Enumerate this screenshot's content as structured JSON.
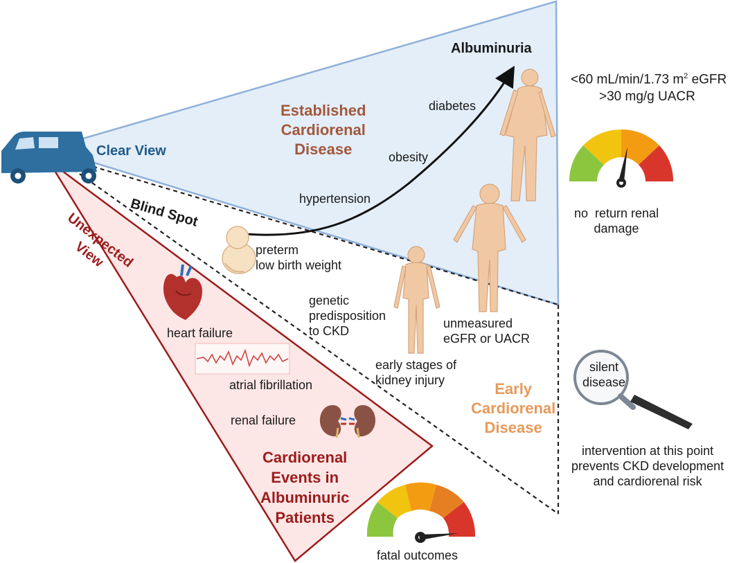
{
  "labels": {
    "albuminuria": "Albuminuria",
    "egfr_text": "<60 mL/min/1.73 m",
    "egfr_sup": "2",
    "egfr_suffix": " eGFR",
    "uacr_threshold": ">30 mg/g UACR",
    "established": "Established\nCardiorenal\nDisease",
    "diabetes": "diabetes",
    "obesity": "obesity",
    "hypertension": "hypertension",
    "clear_view": "Clear View",
    "blind_spot": "Blind Spot",
    "unexpected_view": "Unexpected\nView",
    "preterm": "preterm\nlow birth weight",
    "genetic": "genetic\npredisposition\nto CKD",
    "unmeasured": "unmeasured\neGFR or UACR",
    "early_stages": "early stages of\nkidney injury",
    "early_disease": "Early\nCardiorenal\nDisease",
    "no_return": "no  return renal\ndamage",
    "silent_disease": "silent\ndisease",
    "intervention": "intervention at this point\nprevents CKD development\nand cardiorenal risk",
    "heart_failure": "heart failure",
    "atrial_fibrillation": "atrial fibrillation",
    "renal_failure": "renal failure",
    "events": "Cardiorenal\nEvents in\nAlbuminuric\nPatients",
    "fatal_outcomes": "fatal outcomes"
  },
  "colors": {
    "clear_view_fill": "#e3eef9",
    "clear_view_stroke": "#8fb0d8",
    "clear_view_text": "#1f5a8a",
    "established_text": "#a2583a",
    "early_text": "#e79a5a",
    "unexpected_fill": "#fde6e6",
    "unexpected_stroke": "#9b1c1c",
    "unexpected_text": "#9b1c1c",
    "car": "#2e6fa0",
    "gauge": [
      "#8cc63f",
      "#f1c40f",
      "#f39c12",
      "#e67e22",
      "#d9362b"
    ]
  },
  "icons": [
    "car-icon",
    "fetus-icon",
    "child-icon",
    "adult-icon",
    "elderly-icon",
    "heart-icon",
    "ecg-icon",
    "kidney-icon",
    "magnifier-icon",
    "gauge-icon",
    "trend-arrow-icon"
  ]
}
